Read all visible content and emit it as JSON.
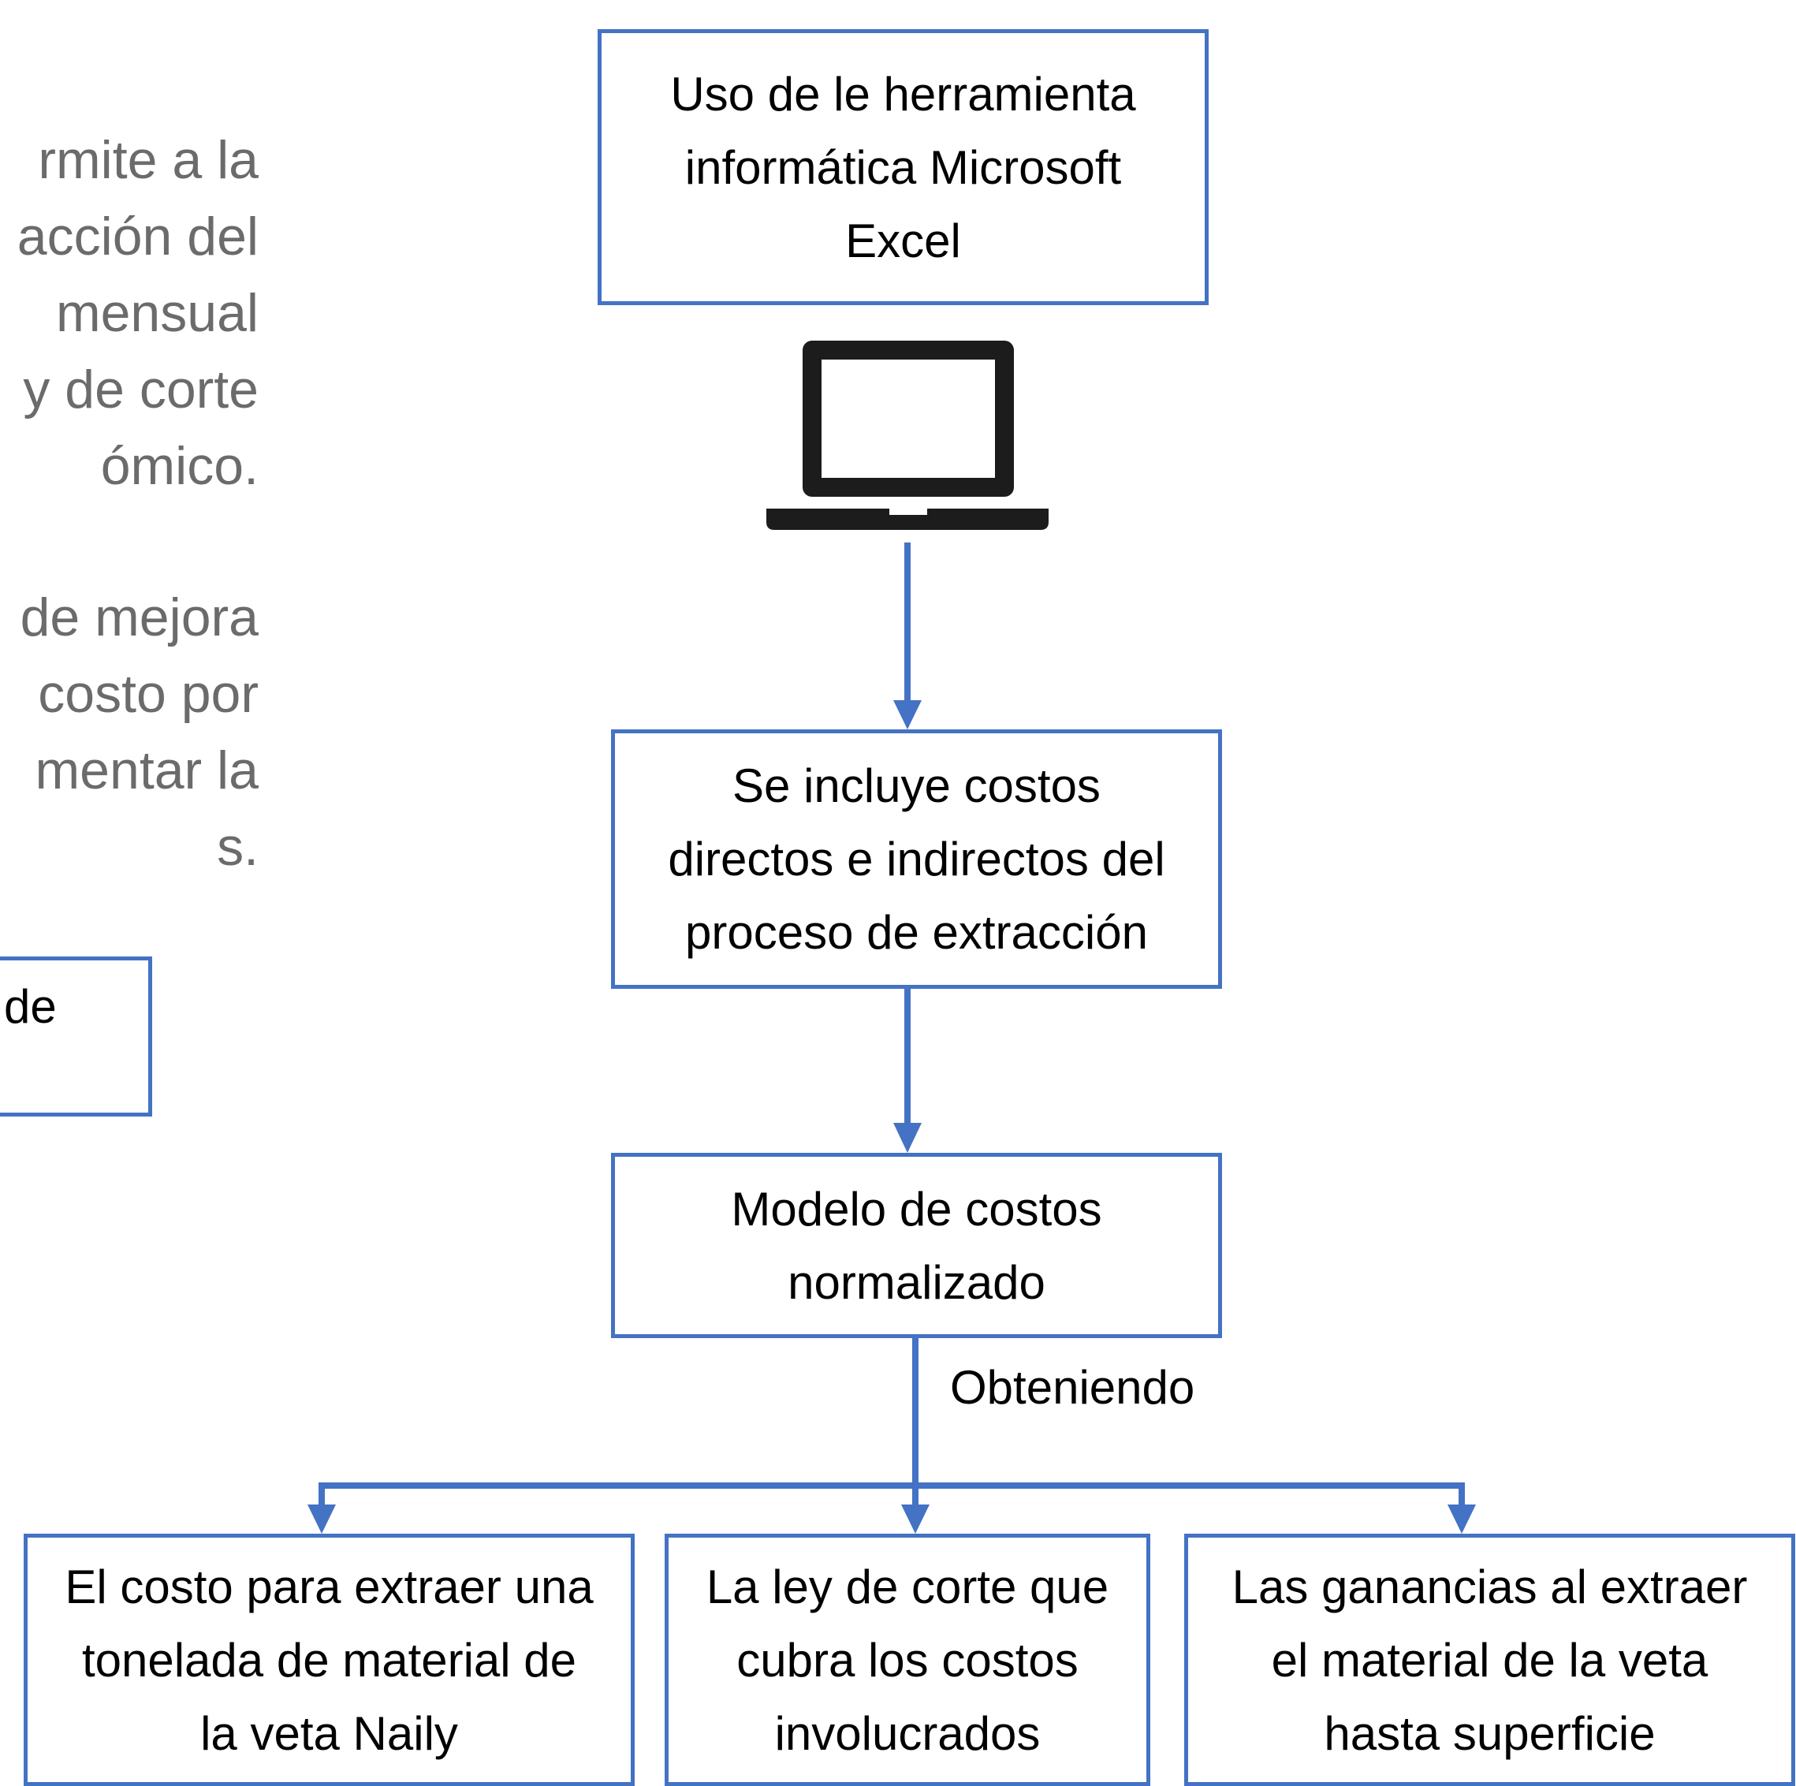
{
  "left_text": {
    "paragraph1": [
      "rmite a la",
      "acción  del",
      "mensual",
      "y  de  corte",
      "ómico."
    ],
    "paragraph2": [
      "de  mejora",
      "costo  por",
      "mentar  la",
      "s."
    ],
    "box_fragment": "de"
  },
  "flowchart": {
    "top_box": "Uso de le herramienta informática Microsoft Excel",
    "top_box_lines": [
      "Uso de le herramienta",
      "informática Microsoft",
      "Excel"
    ],
    "costs_box_lines": [
      "Se incluye costos",
      "directos e indirectos del",
      "proceso de extracción"
    ],
    "model_box_lines": [
      "Modelo de costos",
      "normalizado"
    ],
    "branch_label": "Obteniendo",
    "outputs": [
      {
        "lines": [
          "El costo para extraer una",
          "tonelada de material de",
          "la veta Naily"
        ]
      },
      {
        "lines": [
          "La ley de corte que",
          "cubra los costos",
          "involucrados"
        ]
      },
      {
        "lines": [
          "Las ganancias al extraer",
          "el material de la veta",
          "hasta superficie"
        ]
      }
    ]
  },
  "colors": {
    "accent": "#4472c4",
    "laptop": "#1c1c1c",
    "body_text_gray": "#6b6b6b"
  },
  "icons": {
    "laptop": "laptop-icon"
  }
}
